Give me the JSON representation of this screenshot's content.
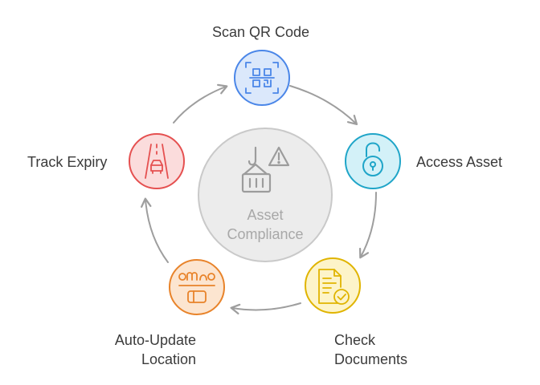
{
  "center": {
    "line1": "Asset",
    "line2": "Compliance",
    "icon": "crane-warning-icon"
  },
  "nodes": [
    {
      "id": "scan",
      "label": "Scan QR Code",
      "icon": "qr-code-icon",
      "color": "#4a86e8",
      "fill": "#dbe8fb"
    },
    {
      "id": "access",
      "label": "Access Asset",
      "icon": "unlocked-padlock-icon",
      "color": "#1fa5c8",
      "fill": "#d3f1f8"
    },
    {
      "id": "check",
      "label_lines": [
        "Check",
        "Documents"
      ],
      "icon": "document-check-icon",
      "color": "#e0b400",
      "fill": "#fdf4c9"
    },
    {
      "id": "auto",
      "label_lines": [
        "Auto-Update",
        "Location"
      ],
      "icon": "route-map-icon",
      "color": "#e8832a",
      "fill": "#fce5d0"
    },
    {
      "id": "track",
      "label": "Track Expiry",
      "icon": "road-car-icon",
      "color": "#e55050",
      "fill": "#fbdcdc"
    }
  ],
  "colors": {
    "center_fill": "#ececec",
    "center_stroke": "#c9c9c9",
    "arrow": "#9e9e9e"
  }
}
